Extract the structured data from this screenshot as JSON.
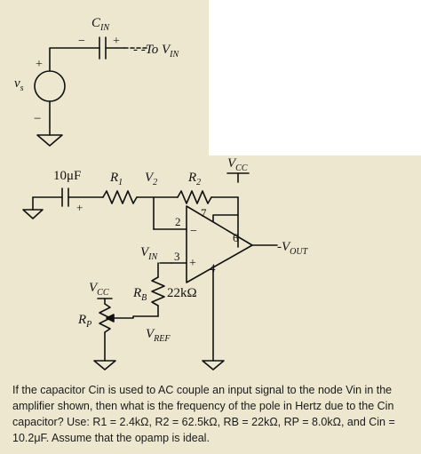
{
  "labels": {
    "cin": "C",
    "cin_sub": "IN",
    "cin_minus": "−",
    "cin_plus": "+",
    "to_vin": "- -To V",
    "to_vin_sub": "IN",
    "vs": "v",
    "vs_sub": "s",
    "vs_plus": "+",
    "vs_minus": "−",
    "cap10": "10μF",
    "cap10_plus": "+",
    "r1": "R",
    "r1_sub": "1",
    "v2": "V",
    "v2_sub": "2",
    "r2": "R",
    "r2_sub": "2",
    "vcc_top": "V",
    "vcc_top_sub": "CC",
    "pin2": "2",
    "pin7": "7",
    "pin6": "6",
    "pin3": "3",
    "pin4": "4",
    "op_minus": "−",
    "op_plus": "+",
    "vout": "V",
    "vout_sub": "OUT",
    "vin": "V",
    "vin_sub": "IN",
    "vcc_left": "V",
    "vcc_left_sub": "CC",
    "rb": "R",
    "rb_sub": "B",
    "rb_value": "22kΩ",
    "rp": "R",
    "rp_sub": "P",
    "vref": "V",
    "vref_sub": "REF"
  },
  "question": "If the capacitor Cin is used to AC couple an input signal to the node Vin in the amplifier shown, then what is the frequency of the pole in Hertz due to the Cin capacitor? Use: R1 = 2.4kΩ, R2 = 62.5kΩ, RB = 22kΩ, RP = 8.0kΩ, and Cin = 10.2μF. Assume that the opamp is ideal.",
  "colors": {
    "panel": "#ede7cf",
    "ink": "#111111"
  }
}
